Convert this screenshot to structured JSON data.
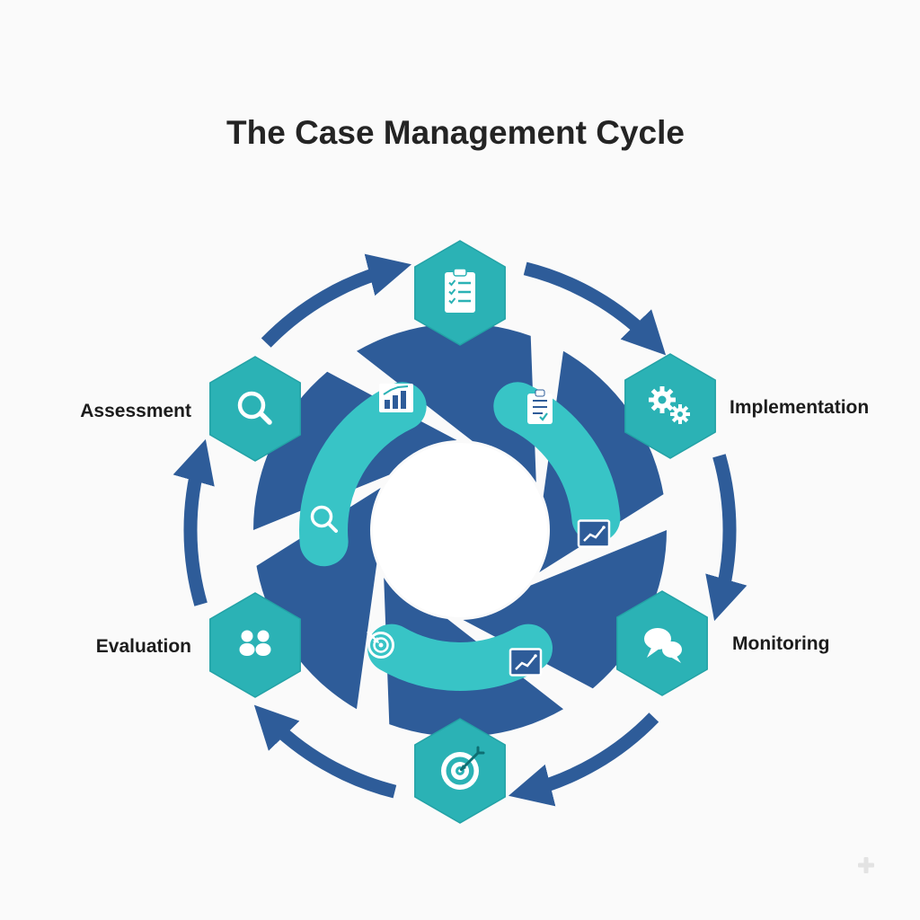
{
  "title": "The Case Management Cycle",
  "cycle_direction": "clockwise",
  "colors": {
    "background": "#fafafa",
    "hexagon_teal": "#2bb2b5",
    "swirl_dark_blue": "#2e5c99",
    "swirl_teal": "#38c4c6",
    "arrow_blue": "#2e5c99",
    "label_text": "#1c1c1c",
    "icon_white": "#ffffff"
  },
  "nodes": [
    {
      "id": "stage-top",
      "label": "",
      "icon": "clipboard-checklist-icon",
      "position": "top"
    },
    {
      "id": "implementation",
      "label": "Implementation",
      "icon": "gears-icon",
      "position": "upper-right"
    },
    {
      "id": "monitoring",
      "label": "Monitoring",
      "icon": "chat-bubbles-icon",
      "position": "lower-right"
    },
    {
      "id": "stage-bottom",
      "label": "",
      "icon": "target-dart-icon",
      "position": "bottom"
    },
    {
      "id": "evaluation",
      "label": "Evaluation",
      "icon": "team-icon",
      "position": "lower-left"
    },
    {
      "id": "assessment",
      "label": "Assessment",
      "icon": "magnifier-icon",
      "position": "upper-left"
    }
  ],
  "inner_icons": [
    {
      "icon": "bar-chart-icon"
    },
    {
      "icon": "clipboard-icon"
    },
    {
      "icon": "magnifier-icon"
    },
    {
      "icon": "line-chart-icon"
    },
    {
      "icon": "target-icon"
    },
    {
      "icon": "line-chart-icon"
    }
  ],
  "corner_icon": "plus-icon"
}
